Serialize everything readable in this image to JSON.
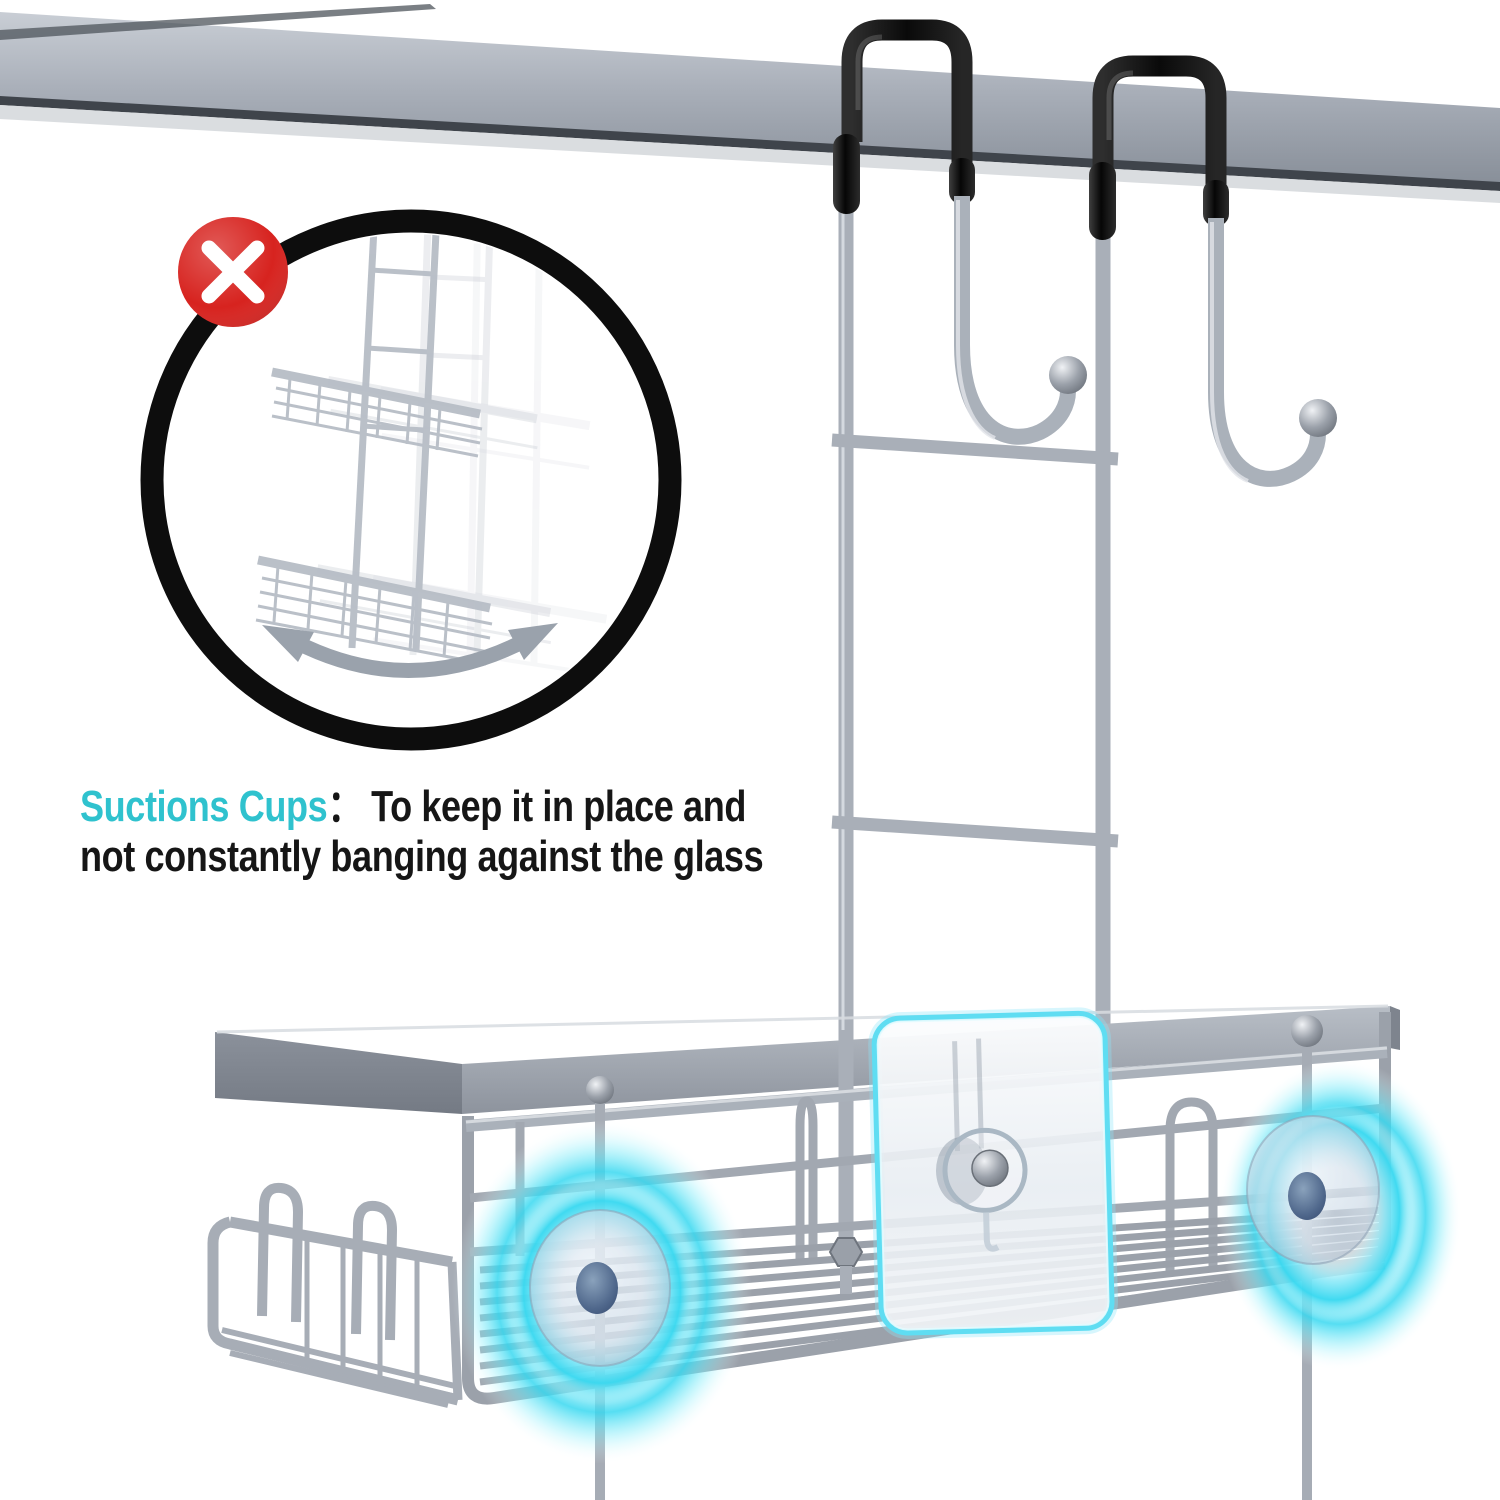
{
  "caption": {
    "heading": "Suctions Cups",
    "separator": "：",
    "line1": "To keep it in place and",
    "line2": "not constantly banging against the glass"
  },
  "inset": {
    "icons": {
      "cross": "red-cross-icon",
      "swing_arrow": "double-curved-arrow-icon"
    }
  },
  "colors": {
    "accent_teal": "#2FC2CE",
    "warning_red": "#D7231F",
    "glow_cyan": "#5FDDF2",
    "metal_gray": "#A9AFB8",
    "bar_gray": "#9AA1AB",
    "hook_black": "#111111",
    "text_black": "#161616"
  }
}
